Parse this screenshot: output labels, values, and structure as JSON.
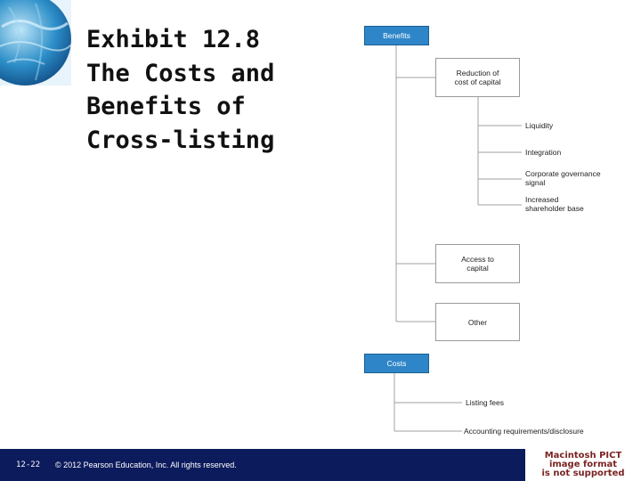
{
  "slide": {
    "title_lines": [
      "Exhibit 12.8",
      "The Costs and",
      "Benefits of",
      "Cross-listing"
    ],
    "page_number": "12-22",
    "copyright": "© 2012 Pearson Education, Inc. All rights reserved.",
    "pict_notice_lines": [
      "Macintosh PICT",
      "image format",
      "is not supported"
    ]
  },
  "diagram": {
    "benefits": {
      "label": "Benefits",
      "reduction": {
        "label_lines": [
          "Reduction of",
          "cost of capital"
        ],
        "items": [
          [
            "Liquidity"
          ],
          [
            "Integration"
          ],
          [
            "Corporate governance",
            "signal"
          ],
          [
            "Increased",
            "shareholder base"
          ]
        ]
      },
      "access": {
        "label_lines": [
          "Access to",
          "capital"
        ]
      },
      "other": {
        "label_lines": [
          "Other"
        ]
      }
    },
    "costs": {
      "label": "Costs",
      "items": [
        "Listing fees",
        "Accounting requirements/disclosure"
      ]
    }
  },
  "colors": {
    "header_box": "#2e86c8",
    "footer_bar": "#0c1b5c",
    "connector": "#a0a0a0"
  }
}
